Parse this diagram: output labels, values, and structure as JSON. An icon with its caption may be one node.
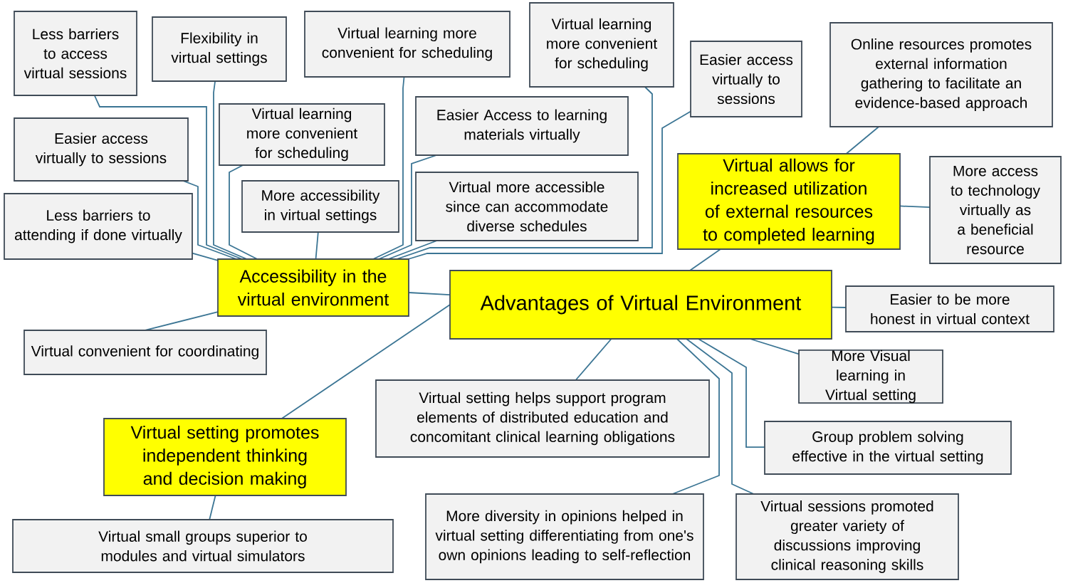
{
  "diagram": {
    "nodes": [
      {
        "text": [
          "Advantages of Virtual Environment"
        ]
      },
      {
        "text": [
          "Accessibility in the virtual environment"
        ]
      },
      {
        "text": [
          "Virtual allows for increased utilization of external resources to completed learning"
        ]
      },
      {
        "text": [
          "Virtual setting promotes independent thinking and decision making"
        ]
      },
      {
        "text": [
          "Less barriers to access virtual sessions"
        ]
      },
      {
        "text": [
          "Flexibility in virtual settings"
        ]
      },
      {
        "text": [
          "Virtual learning more convenient for scheduling"
        ]
      },
      {
        "text": [
          "Virtual learning more convenient for scheduling"
        ]
      },
      {
        "text": [
          "Easier access virtually to sessions"
        ]
      },
      {
        "text": [
          "More accessibility in virtual settings"
        ]
      },
      {
        "text": [
          "Less barriers to attending if done virtually"
        ]
      },
      {
        "text": [
          "Virtual learning more convenient for scheduling"
        ]
      },
      {
        "text": [
          "Easier Access to learning materials virtually"
        ]
      },
      {
        "text": [
          "Easier access virtually to sessions"
        ]
      },
      {
        "text": [
          "Virtual more accessible since can accommodate diverse schedules"
        ]
      },
      {
        "text": [
          "Virtual convenient for coordinating"
        ]
      },
      {
        "text": [
          "Online resources promotes external information gathering to facilitate an evidence-based approach"
        ]
      },
      {
        "text": [
          "More access to technology virtually as a beneficial resource"
        ]
      },
      {
        "text": [
          "Easier to be more honest in virtual context"
        ]
      },
      {
        "text": [
          "More Visual learning in Virtual setting"
        ]
      },
      {
        "text": [
          "Virtual setting helps support program elements of distributed education and concomitant clinical learning obligations"
        ]
      },
      {
        "text": [
          "Group problem solving effective in the virtual setting"
        ]
      },
      {
        "text": [
          "More diversity in opinions helped in virtual setting differentiating from one's own opinions leading to self-reflection"
        ]
      },
      {
        "text": [
          "Virtual sessions promoted greater variety of discussions improving clinical reasoning skills"
        ]
      },
      {
        "text": [
          "Virtual small groups superior to modules and virtual simulators"
        ]
      }
    ],
    "edges": [
      {
        "from": 1,
        "to": 0,
        "arrow": "none"
      },
      {
        "from": 1,
        "to": 4,
        "arrow": "none"
      },
      {
        "from": 1,
        "to": 5,
        "arrow": "none"
      },
      {
        "from": 1,
        "to": 6,
        "arrow": "none"
      },
      {
        "from": 1,
        "to": 7,
        "arrow": "none"
      },
      {
        "from": 1,
        "to": 8,
        "arrow": "none"
      },
      {
        "from": 1,
        "to": 9,
        "arrow": "none"
      },
      {
        "from": 1,
        "to": 10,
        "arrow": "none"
      },
      {
        "from": 1,
        "to": 11,
        "arrow": "none"
      },
      {
        "from": 1,
        "to": 12,
        "arrow": "none"
      },
      {
        "from": 1,
        "to": 13,
        "arrow": "none"
      },
      {
        "from": 1,
        "to": 14,
        "arrow": "none"
      },
      {
        "from": 1,
        "to": 15,
        "arrow": "none"
      },
      {
        "from": 0,
        "to": 2,
        "arrow": "none"
      },
      {
        "from": 2,
        "to": 16,
        "arrow": "none"
      },
      {
        "from": 2,
        "to": 17,
        "arrow": "none"
      },
      {
        "from": 0,
        "to": 3,
        "arrow": "none"
      },
      {
        "from": 3,
        "to": 24,
        "arrow": "none"
      },
      {
        "from": 0,
        "to": 18,
        "arrow": "none"
      },
      {
        "from": 0,
        "to": 19,
        "arrow": "none"
      },
      {
        "from": 0,
        "to": 20,
        "arrow": "none"
      },
      {
        "from": 0,
        "to": 21,
        "arrow": "none"
      },
      {
        "from": 0,
        "to": 22,
        "arrow": "none"
      },
      {
        "from": 0,
        "to": 23,
        "arrow": "none"
      }
    ]
  }
}
